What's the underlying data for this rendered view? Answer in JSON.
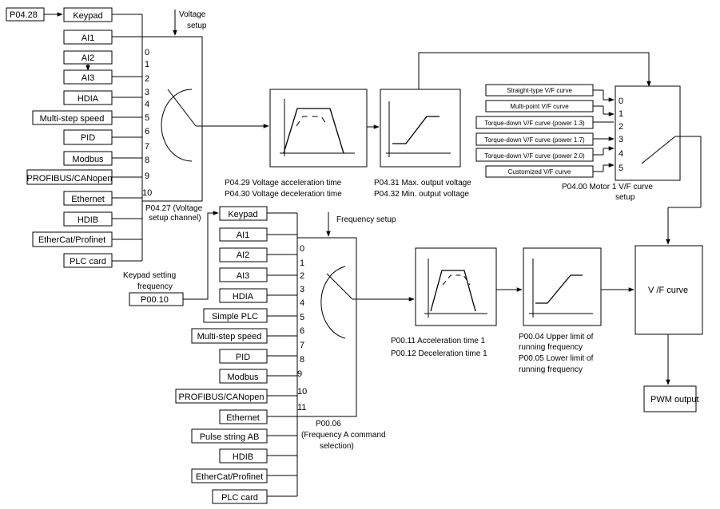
{
  "voltage_section": {
    "source_param": "P04.28",
    "sources": [
      "Keypad",
      "AI1",
      "AI2",
      "AI3",
      "HDIA",
      "Multi-step speed",
      "PID",
      "Modbus",
      "PROFIBUS/CANopen",
      "Ethernet",
      "HDIB",
      "EtherCat/Profinet",
      "PLC card"
    ],
    "selector_indices": [
      "0",
      "1",
      "2",
      "3",
      "4",
      "5",
      "6",
      "7",
      "8",
      "9",
      "10"
    ],
    "setup_label": [
      "Voltage",
      "setup"
    ],
    "channel_label": [
      "P04.27 (Voltage",
      "setup channel)"
    ],
    "accel_label": [
      "P04.29 Voltage acceleration time",
      "P04.30 Voltage deceleration time"
    ],
    "limit_label": [
      "P04.31 Max. output voltage",
      "P04.32 Min. output voltage"
    ]
  },
  "vf_curve_section": {
    "options": [
      "Straight-type V/F curve",
      "Multi-point V/F curve",
      "Torque-down V/F curve (power 1.3)",
      "Torque-down V/F curve (power 1.7)",
      "Torque-down V/F curve (power 2.0)",
      "Customized V/F curve"
    ],
    "indices": [
      "0",
      "1",
      "2",
      "3",
      "4",
      "5"
    ],
    "selector_label": [
      "P04.00 Motor 1 V/F curve",
      "setup"
    ]
  },
  "frequency_section": {
    "keypad_setting_label": [
      "Keypad setting",
      "frequency"
    ],
    "keypad_param": "P00.10",
    "sources": [
      "Keypad",
      "AI1",
      "AI2",
      "AI3",
      "HDIA",
      "Simple PLC",
      "Multi-step speed",
      "PID",
      "Modbus",
      "PROFIBUS/CANopen",
      "Ethernet",
      "Pulse string AB",
      "HDIB",
      "EtherCat/Profinet",
      "PLC card"
    ],
    "selector_indices": [
      "0",
      "1",
      "2",
      "3",
      "4",
      "5",
      "6",
      "7",
      "8",
      "9",
      "10",
      "11"
    ],
    "setup_label": "Frequency setup",
    "selector_label": [
      "P00.06",
      "(Frequency A command",
      "selection)"
    ],
    "accel_label": [
      "P00.11 Acceleration time 1",
      "P00.12  Deceleration time 1"
    ],
    "limit_label": [
      "P00.04 Upper limit of",
      "running frequency",
      "P00.05 Lower limit of",
      "running frequency"
    ]
  },
  "outputs": {
    "vf_curve": "V /F curve",
    "pwm": "PWM output"
  }
}
